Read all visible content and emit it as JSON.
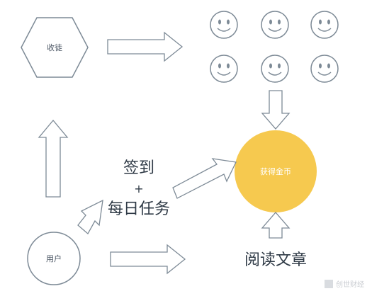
{
  "nodes": {
    "disciple": {
      "label": "收徒"
    },
    "user": {
      "label": "用户"
    },
    "coins": {
      "label": "获得金币"
    }
  },
  "tasks": {
    "checkin": "签到",
    "plus": "+",
    "daily": "每日任务"
  },
  "reading": {
    "label": "阅读文章"
  },
  "watermark": {
    "text": "创世财经"
  },
  "colors": {
    "outline": "#7d8a96",
    "coin_fill": "#f6c94f",
    "face_fill": "#ffffff",
    "arrow_fill": "#ffffff"
  }
}
